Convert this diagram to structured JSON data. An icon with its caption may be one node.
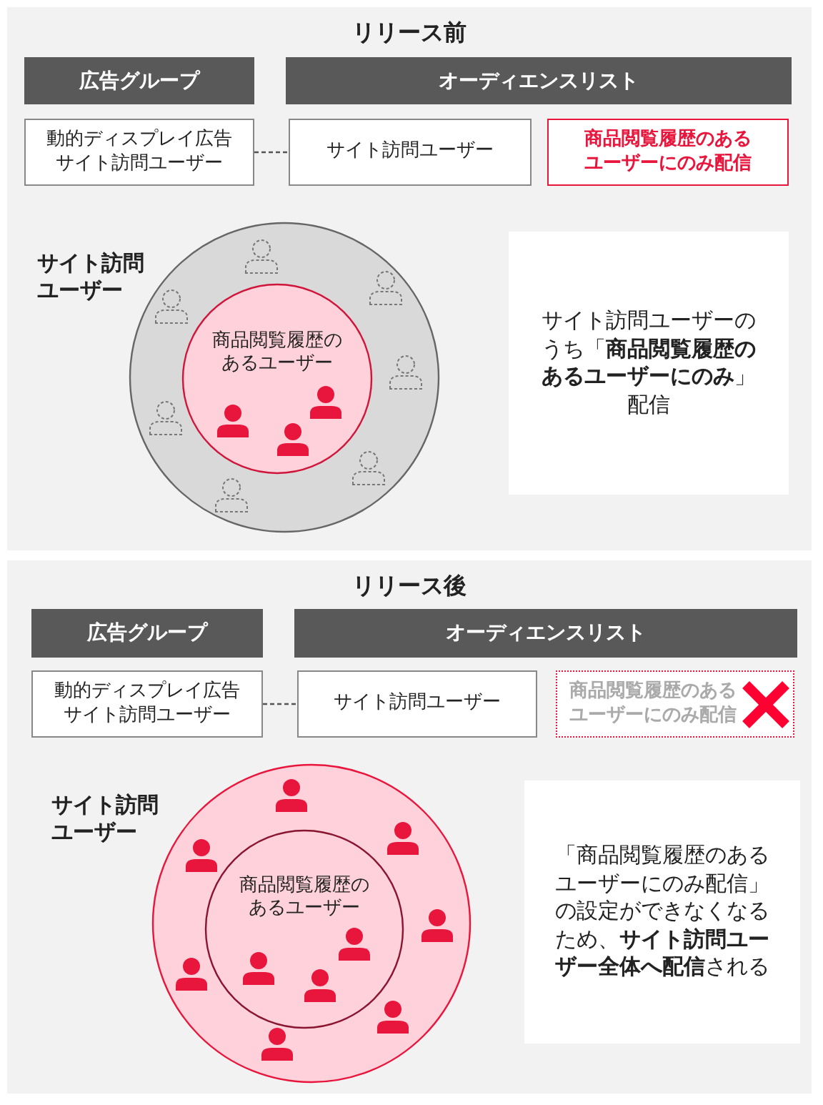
{
  "diagram": {
    "nodes": [
      {
        "text": [
          "リリース前"
        ]
      },
      {
        "text": [
          "広告グループ"
        ],
        "in": 0
      },
      {
        "text": [
          "オーディエンスリスト"
        ],
        "in": 0
      },
      {
        "text": [
          "動的ディスプレイ広告サイト訪問ユーザー"
        ],
        "in": 0
      },
      {
        "text": [
          "サイト訪問ユーザー"
        ],
        "in": 0
      },
      {
        "text": [
          "商品閲覧履歴のあるユーザーにのみ配信"
        ],
        "in": 0
      },
      {
        "text": [
          "サイト訪問ユーザー"
        ],
        "in": 0
      },
      {
        "text": [
          "商品閲覧履歴のあるユーザー"
        ],
        "in": 6
      },
      {
        "text": [
          "サイト訪問ユーザーのうち「**商品閲覧履歴のあるユーザーにのみ**」配信"
        ],
        "in": 0
      },
      {
        "text": [
          "リリース後"
        ]
      },
      {
        "text": [
          "広告グループ"
        ],
        "in": 9
      },
      {
        "text": [
          "オーディエンスリスト"
        ],
        "in": 9
      },
      {
        "text": [
          "動的ディスプレイ広告サイト訪問ユーザー"
        ],
        "in": 9
      },
      {
        "text": [
          "サイト訪問ユーザー"
        ],
        "in": 9
      },
      {
        "text": [
          "商品閲覧履歴のあるユーザーにのみ配信"
        ],
        "in": 9
      },
      {
        "text": [
          "サイト訪問ユーザー"
        ],
        "in": 9
      },
      {
        "text": [
          "商品閲覧履歴のあるユーザー"
        ],
        "in": 15
      },
      {
        "text": [
          "「商品閲覧履歴のあるユーザーにのみ配信」の設定ができなくなるため、**サイト訪問ユーザー全体へ配信**される"
        ],
        "in": 9
      }
    ],
    "edges": [
      {
        "from": 3,
        "to": 4,
        "arrow": "none",
        "style": "dashed"
      },
      {
        "from": 12,
        "to": 13,
        "arrow": "none",
        "style": "dashed"
      }
    ]
  }
}
